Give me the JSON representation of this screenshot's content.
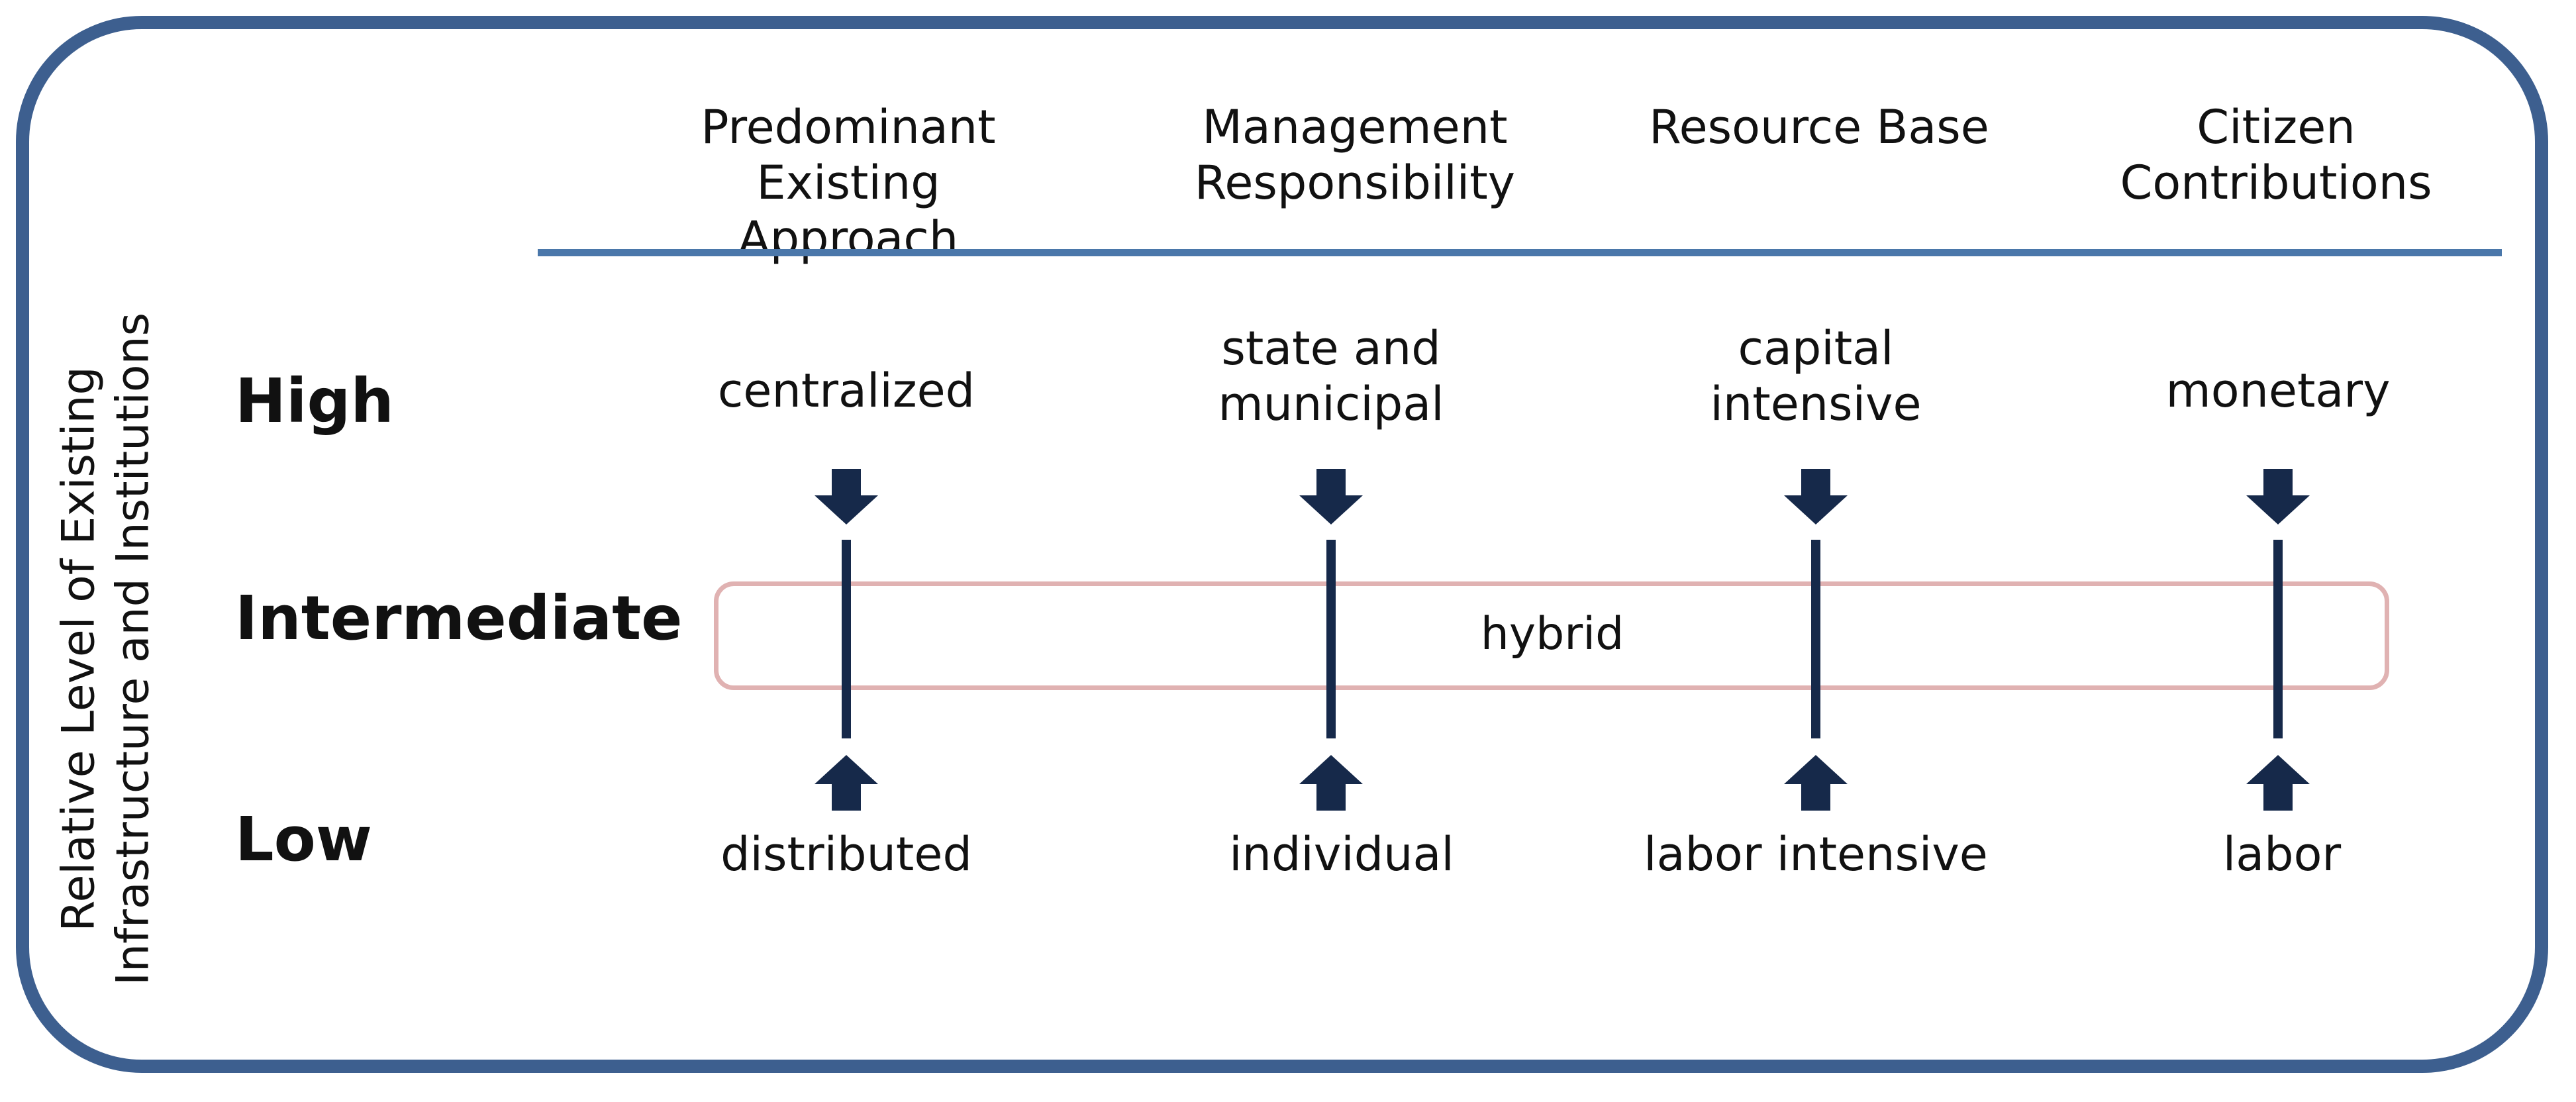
{
  "y_axis_title": "Relative Level of Existing Infrastructure and Institutions",
  "columns": [
    {
      "header": "Predominant Existing Approach",
      "high": "centralized",
      "low": "distributed"
    },
    {
      "header": "Management Responsibility",
      "high": "state and municipal",
      "low": "individual"
    },
    {
      "header": "Resource Base",
      "high": "capital intensive",
      "low": "labor intensive"
    },
    {
      "header": "Citizen Contributions",
      "high": "monetary",
      "low": "labor"
    }
  ],
  "levels": {
    "high": "High",
    "intermediate": "Intermediate",
    "low": "Low"
  },
  "hybrid_label": "hybrid",
  "colors": {
    "frame": "#3d5f8f",
    "header_rule": "#4a77aa",
    "arrow": "#16294a",
    "hybrid_band": "#e0b2b2"
  }
}
